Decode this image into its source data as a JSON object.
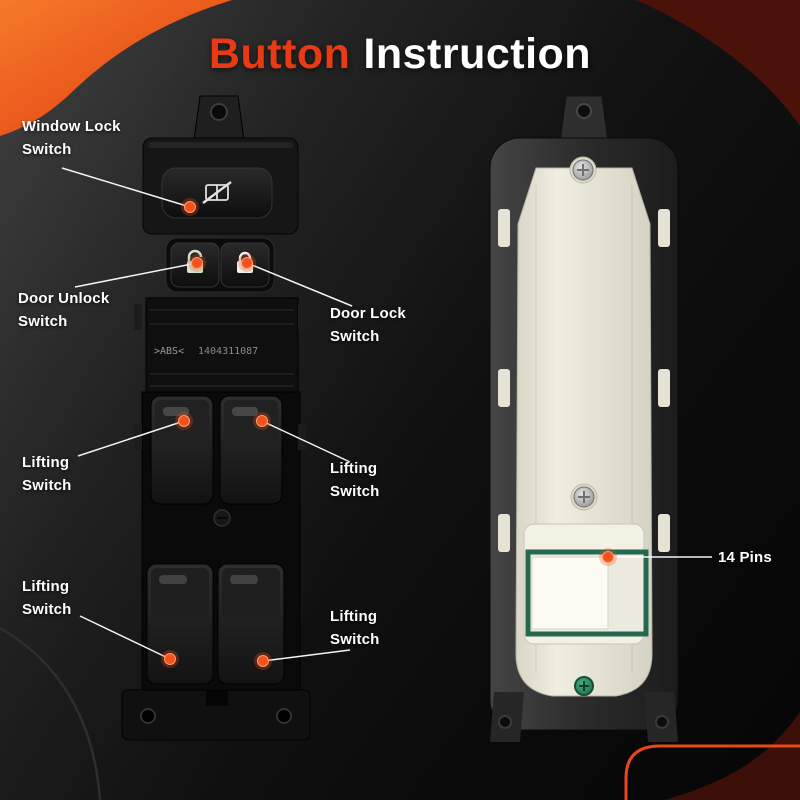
{
  "title": {
    "highlight": "Button",
    "rest": "Instruction"
  },
  "colors": {
    "accent_orange": "#F1511B",
    "title_red": "#E83A15",
    "background_dark": "#0B0B0B",
    "leader_line_white": "#FFFFFF",
    "housing_cream": "#EDEADF",
    "connector_green": "#24694F"
  },
  "annotations": [
    {
      "id": "window-lock-switch",
      "label": "Window Lock Switch"
    },
    {
      "id": "door-unlock-switch",
      "label": "Door Unlock Switch"
    },
    {
      "id": "door-lock-switch",
      "label": "Door Lock Switch"
    },
    {
      "id": "lifting-switch-upper-left",
      "label": "Lifting Switch"
    },
    {
      "id": "lifting-switch-upper-right",
      "label": "Lifting Switch"
    },
    {
      "id": "lifting-switch-lower-left",
      "label": "Lifting Switch"
    },
    {
      "id": "lifting-switch-lower-right",
      "label": "Lifting Switch"
    },
    {
      "id": "pins",
      "label": "14 Pins"
    }
  ],
  "front_view": {
    "molded_text_abs": ">ABS<",
    "molded_text_serial": "1404311087",
    "icons": [
      "window-lock-icon",
      "unlock-icon",
      "lock-icon"
    ]
  },
  "back_view": {
    "icons": [
      "screw-icon",
      "green-screw-icon",
      "connector-14pin"
    ]
  }
}
